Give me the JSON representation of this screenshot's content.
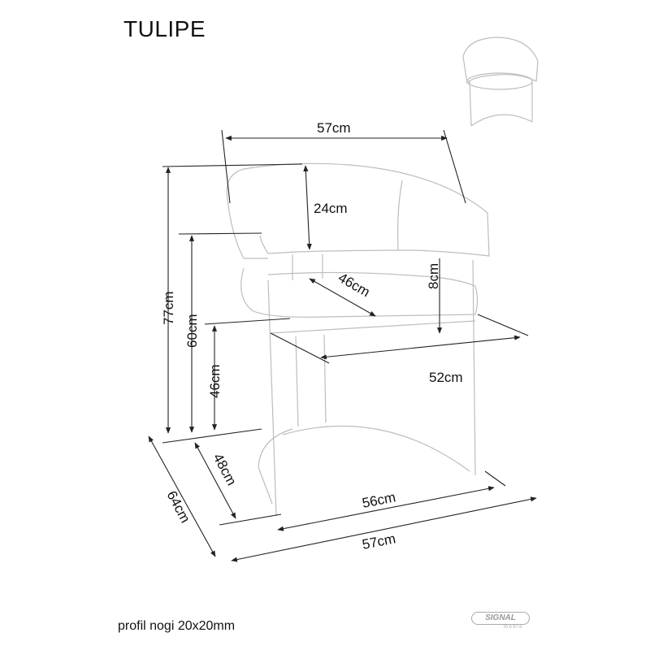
{
  "title": "TULIPE",
  "footer_note": "profil nogi 20x20mm",
  "brand": {
    "name": "SIGNAL",
    "sub": "meble"
  },
  "dimensions": {
    "overall_width_top": "57cm",
    "backrest_height": "24cm",
    "total_height": "77cm",
    "armrest_height": "60cm",
    "seat_height": "46cm",
    "seat_depth": "46cm",
    "backrest_gap": "8cm",
    "seat_width": "52cm",
    "seat_depth_base": "48cm",
    "overall_depth": "64cm",
    "base_width": "56cm",
    "overall_width_bottom": "57cm"
  }
}
